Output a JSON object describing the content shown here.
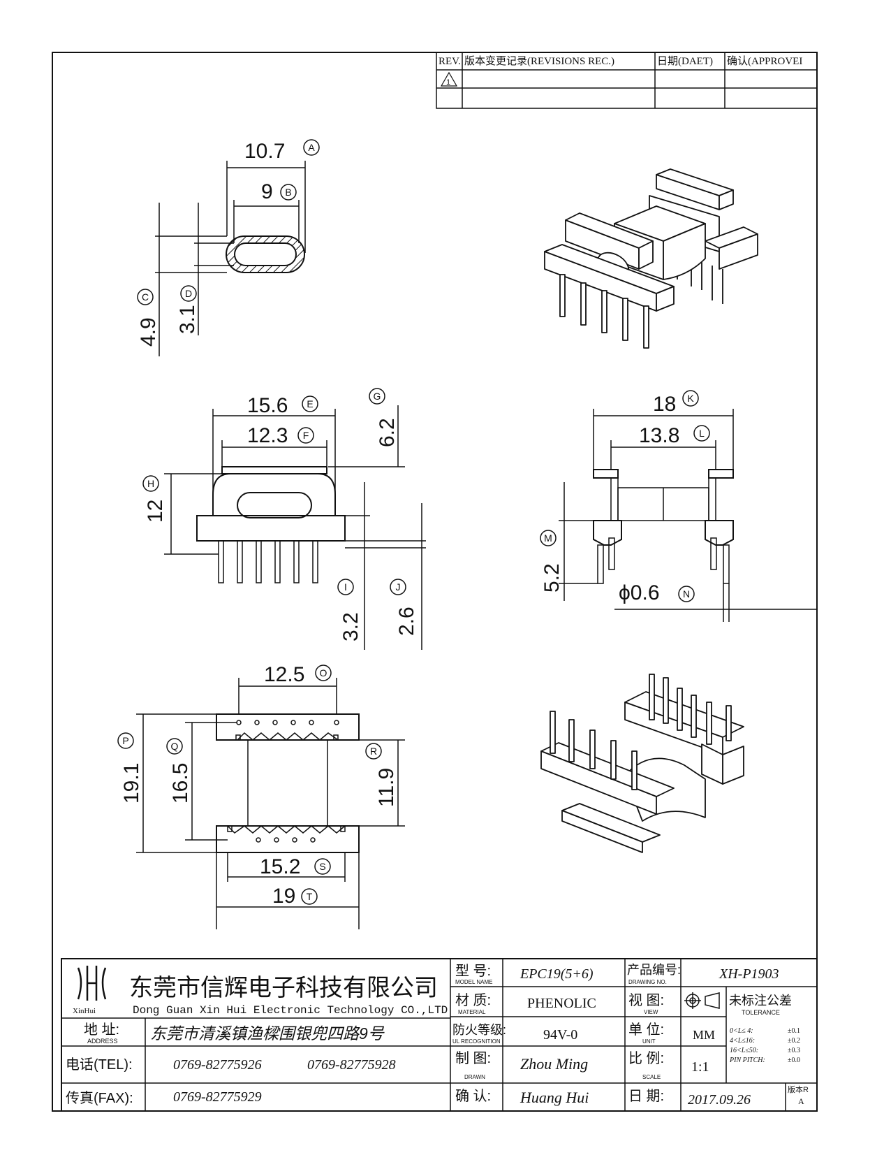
{
  "revision_table": {
    "headers": [
      "REV.",
      "版本变更记录(REVISIONS REC.)",
      "日期(DAET)",
      "确认(APPROVEI"
    ],
    "rev_symbol": "1"
  },
  "dimensions": {
    "A": {
      "value": "10.7",
      "letter": "A"
    },
    "B": {
      "value": "9",
      "letter": "B"
    },
    "C": {
      "value": "4.9",
      "letter": "C"
    },
    "D": {
      "value": "3.1",
      "letter": "D"
    },
    "E": {
      "value": "15.6",
      "letter": "E"
    },
    "F": {
      "value": "12.3",
      "letter": "F"
    },
    "G": {
      "value": "6.2",
      "letter": "G"
    },
    "H": {
      "value": "12",
      "letter": "H"
    },
    "I": {
      "value": "3.2",
      "letter": "I"
    },
    "J": {
      "value": "2.6",
      "letter": "J"
    },
    "K": {
      "value": "18",
      "letter": "K"
    },
    "L": {
      "value": "13.8",
      "letter": "L"
    },
    "M": {
      "value": "5.2",
      "letter": "M"
    },
    "N": {
      "value": "ϕ0.6",
      "letter": "N"
    },
    "O": {
      "value": "12.5",
      "letter": "O"
    },
    "P": {
      "value": "19.1",
      "letter": "P"
    },
    "Q": {
      "value": "16.5",
      "letter": "Q"
    },
    "R": {
      "value": "11.9",
      "letter": "R"
    },
    "S": {
      "value": "15.2",
      "letter": "S"
    },
    "T": {
      "value": "19",
      "letter": "T"
    }
  },
  "title_block": {
    "logo_text": "XinHui",
    "company_cn": "东莞市信辉电子科技有限公司",
    "company_en": "Dong Guan Xin Hui Electronic Technology CO.,LTD",
    "model_label_cn": "型 号:",
    "model_label_en": "MODEL NAME",
    "model_value": "EPC19(5+6)",
    "drawing_no_label_cn": "产品编号:",
    "drawing_no_label_en": "DRAWING NO.",
    "drawing_no_value": "XH-P1903",
    "material_label_cn": "材 质:",
    "material_label_en": "MATERIAL",
    "material_value": "PHENOLIC",
    "view_label_cn": "视 图:",
    "view_label_en": "VIEW",
    "tolerance_title_cn": "未标注公差",
    "tolerance_title_en": "TOLERANCE",
    "tolerance_rows": [
      {
        "range": "0<L≤ 4:",
        "value": "±0.1"
      },
      {
        "range": "4<L≤16:",
        "value": "±0.2"
      },
      {
        "range": "16<L≤50:",
        "value": "±0.3"
      },
      {
        "range": "PIN PITCH:",
        "value": "±0.0"
      }
    ],
    "address_label_cn": "地 址:",
    "address_label_en": "ADDRESS",
    "address_value": "东莞市清溪镇渔樑围银兜四路9号",
    "flame_label_cn": "防火等级:",
    "flame_label_en": "UL RECOGNITION",
    "flame_value": "94V-0",
    "unit_label_cn": "单 位:",
    "unit_label_en": "UNIT",
    "unit_value": "MM",
    "tel_label": "电话(TEL):",
    "tel_values": [
      "0769-82775926",
      "0769-82775928"
    ],
    "drawn_label_cn": "制 图:",
    "drawn_label_en": "DRAWN",
    "drawn_value": "Zhou Ming",
    "scale_label_cn": "比 例:",
    "scale_label_en": "SCALE",
    "scale_value": "1:1",
    "fax_label": "传真(FAX):",
    "fax_value": "0769-82775929",
    "approved_label_cn": "确 认:",
    "approved_value": "Huang Hui",
    "date_label_cn": "日 期:",
    "date_value": "2017.09.26",
    "version_label": "版本R",
    "version_value": "A"
  }
}
